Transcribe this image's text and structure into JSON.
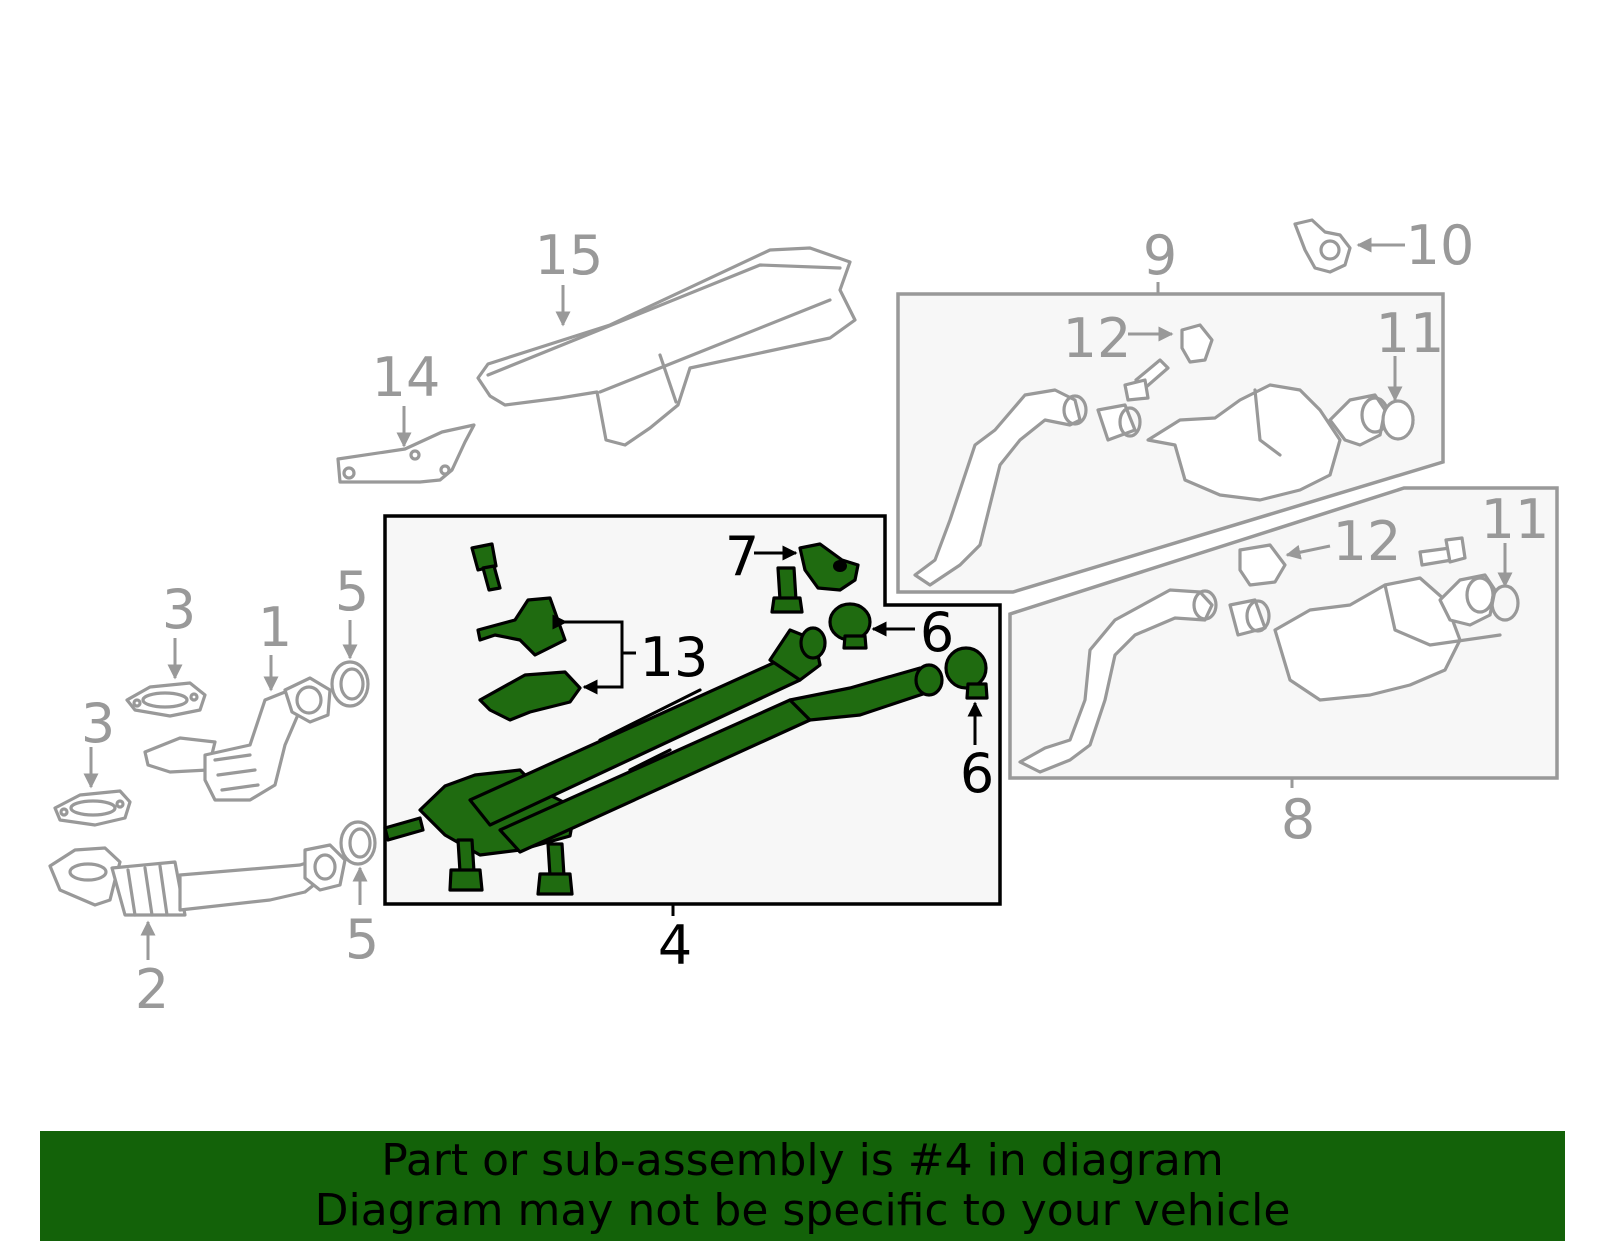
{
  "diagram": {
    "callouts": {
      "c1": "1",
      "c2": "2",
      "c3a": "3",
      "c3b": "3",
      "c4": "4",
      "c5a": "5",
      "c5b": "5",
      "c6a": "6",
      "c6b": "6",
      "c7": "7",
      "c8": "8",
      "c9": "9",
      "c10": "10",
      "c11a": "11",
      "c11b": "11",
      "c12a": "12",
      "c12b": "12",
      "c13": "13",
      "c14": "14",
      "c15": "15"
    },
    "colors": {
      "highlight_part": "#1f6b10",
      "other_parts": "#999999",
      "banner": "#136209"
    }
  },
  "banner": {
    "line1": "Part or sub-assembly is #4 in diagram",
    "line2": "Diagram may not be specific to your vehicle"
  }
}
